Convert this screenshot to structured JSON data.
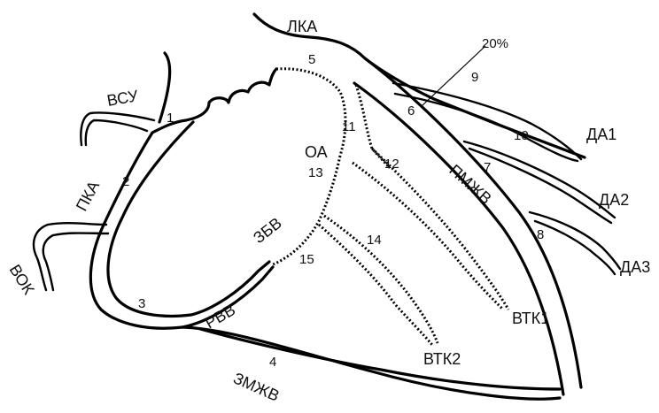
{
  "labels": {
    "lka": "ЛКА",
    "vsu": "ВСУ",
    "pka": "ПКА",
    "vok": "ВОК",
    "rvv": "РВВ",
    "zmzhv": "ЗМЖВ",
    "pmzhv": "ПМЖВ",
    "oa": "ОА",
    "zbv": "ЗБВ",
    "da1": "ДА1",
    "da2": "ДА2",
    "da3": "ДА3",
    "vtk1": "ВТК1",
    "vtk2": "ВТК2",
    "stenosis": "20%"
  },
  "segments": {
    "s1": "1",
    "s2": "2",
    "s3": "3",
    "s4": "4",
    "s5": "5",
    "s6": "6",
    "s7": "7",
    "s8": "8",
    "s9": "9",
    "s10": "10",
    "s11": "11",
    "s12": "12",
    "s13": "13",
    "s14": "14",
    "s15": "15"
  }
}
